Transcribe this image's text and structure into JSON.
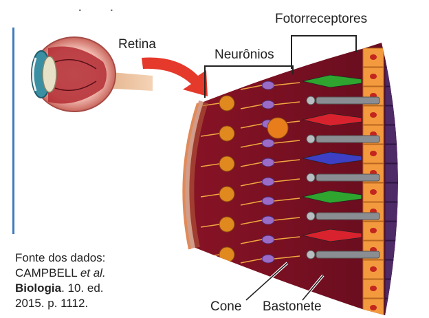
{
  "top_fragment": "seres que percebemos.",
  "labels": {
    "retina": "Retina",
    "neuronios": "Neurônios",
    "fotorreceptores": "Fotorreceptores",
    "cone": "Cone",
    "bastonete": "Bastonete"
  },
  "source": {
    "line1": "Fonte dos dados:",
    "line2_author": "CAMPBELL",
    "line2_etal": "et al.",
    "line3_title": "Biologia",
    "line3_rest": ". 10. ed.",
    "line4": "2015. p. 1112."
  },
  "colors": {
    "tissue": "#7a0f22",
    "arrow": "#e5392b",
    "cone_green": "#2fa52f",
    "cone_red": "#d8222e",
    "cone_blue": "#3d3fc4",
    "rod": "#8a8d92",
    "pigment": "#f39a3f",
    "choroid": "#4e2a66"
  }
}
